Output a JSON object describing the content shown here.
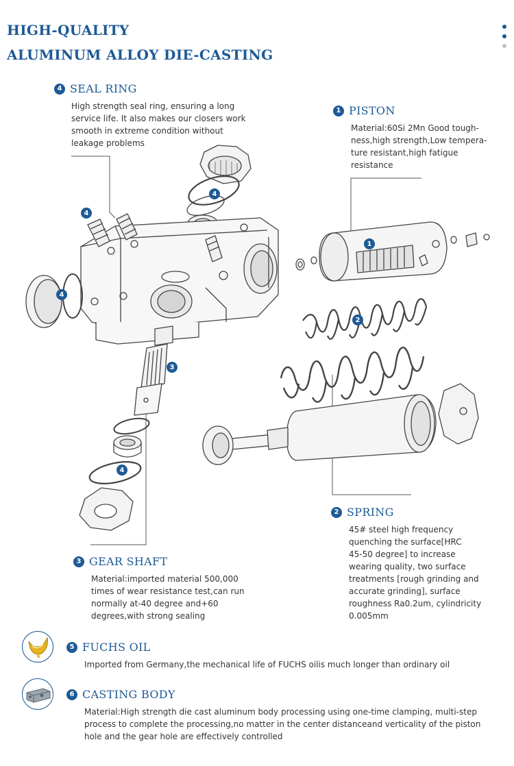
{
  "header": {
    "line1": "HIGH-QUALITY",
    "line2": "ALUMINUM ALLOY DIE-CASTING"
  },
  "colors": {
    "accent": "#1d5a96",
    "text": "#333333",
    "line": "#444444"
  },
  "pager_dots": [
    {
      "state": "active"
    },
    {
      "state": "active"
    },
    {
      "state": "inactive"
    }
  ],
  "sections": {
    "seal_ring": {
      "num": "4",
      "title": "SEAL RING",
      "lines": [
        "High strength seal ring, ensuring a long",
        "service life. It also makes our closers work",
        "smooth in extreme condition without",
        "leakage problems"
      ]
    },
    "piston": {
      "num": "1",
      "title": "PISTON",
      "lines": [
        "Material:60Si 2Mn Good tough-",
        "ness,high strength,Low tempera-",
        "ture resistant,high fatigue",
        "resistance"
      ]
    },
    "spring": {
      "num": "2",
      "title": "SPRING",
      "lines": [
        "45# steel high frequency",
        "quenching the surface[HRC",
        "45-50 degree] to increase",
        "wearing quality, two surface",
        "treatments [rough grinding and",
        "accurate grinding], surface",
        "roughness Ra0.2um, cylindricity",
        "0.005mm"
      ]
    },
    "gear_shaft": {
      "num": "3",
      "title": "GEAR SHAFT",
      "lines": [
        "Material:imported material 500,000",
        "times of wear resistance test,can run",
        "normally at-40 degree and+60",
        "degrees,with strong sealing"
      ]
    },
    "fuchs_oil": {
      "num": "5",
      "title": "FUCHS OIL",
      "icon": "oil-drop-icon",
      "lines": [
        "Imported from Germany,the mechanical life of FUCHS oilis much longer than ordinary oil"
      ]
    },
    "casting_body": {
      "num": "6",
      "title": "CASTING BODY",
      "icon": "casting-body-icon",
      "lines": [
        "Material:High strength die cast aluminum body processing using one-time clamping, multi-step",
        "process to complete the processing,no matter in the center distanceand verticality of the piston",
        "hole and the gear hole are effectively controlled"
      ]
    }
  },
  "callouts": {
    "c4a": "4",
    "c4b": "4",
    "c4c": "4",
    "c4d": "4",
    "c1": "1",
    "c2": "2",
    "c3": "3"
  }
}
